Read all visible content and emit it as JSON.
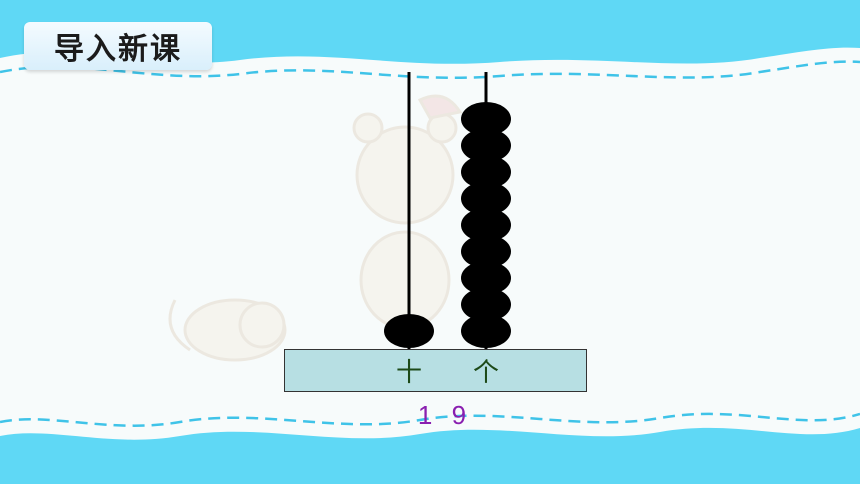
{
  "slide": {
    "title": "导入新课",
    "abacus": {
      "tens_label": "十",
      "ones_label": "个",
      "tens_beads": 1,
      "ones_beads": 9,
      "number": "1 9"
    }
  },
  "colors": {
    "background_wave": "#5fd8f5",
    "board": "#f7fbfb",
    "dash_line": "#3fc3e8",
    "frame_fill": "#b7dfe3",
    "bead": "#000000",
    "number_text": "#8a1fb0",
    "place_label_text": "#1d4a18"
  },
  "icons": {
    "background_decoration": "bear-and-cat-watermark-icon"
  }
}
